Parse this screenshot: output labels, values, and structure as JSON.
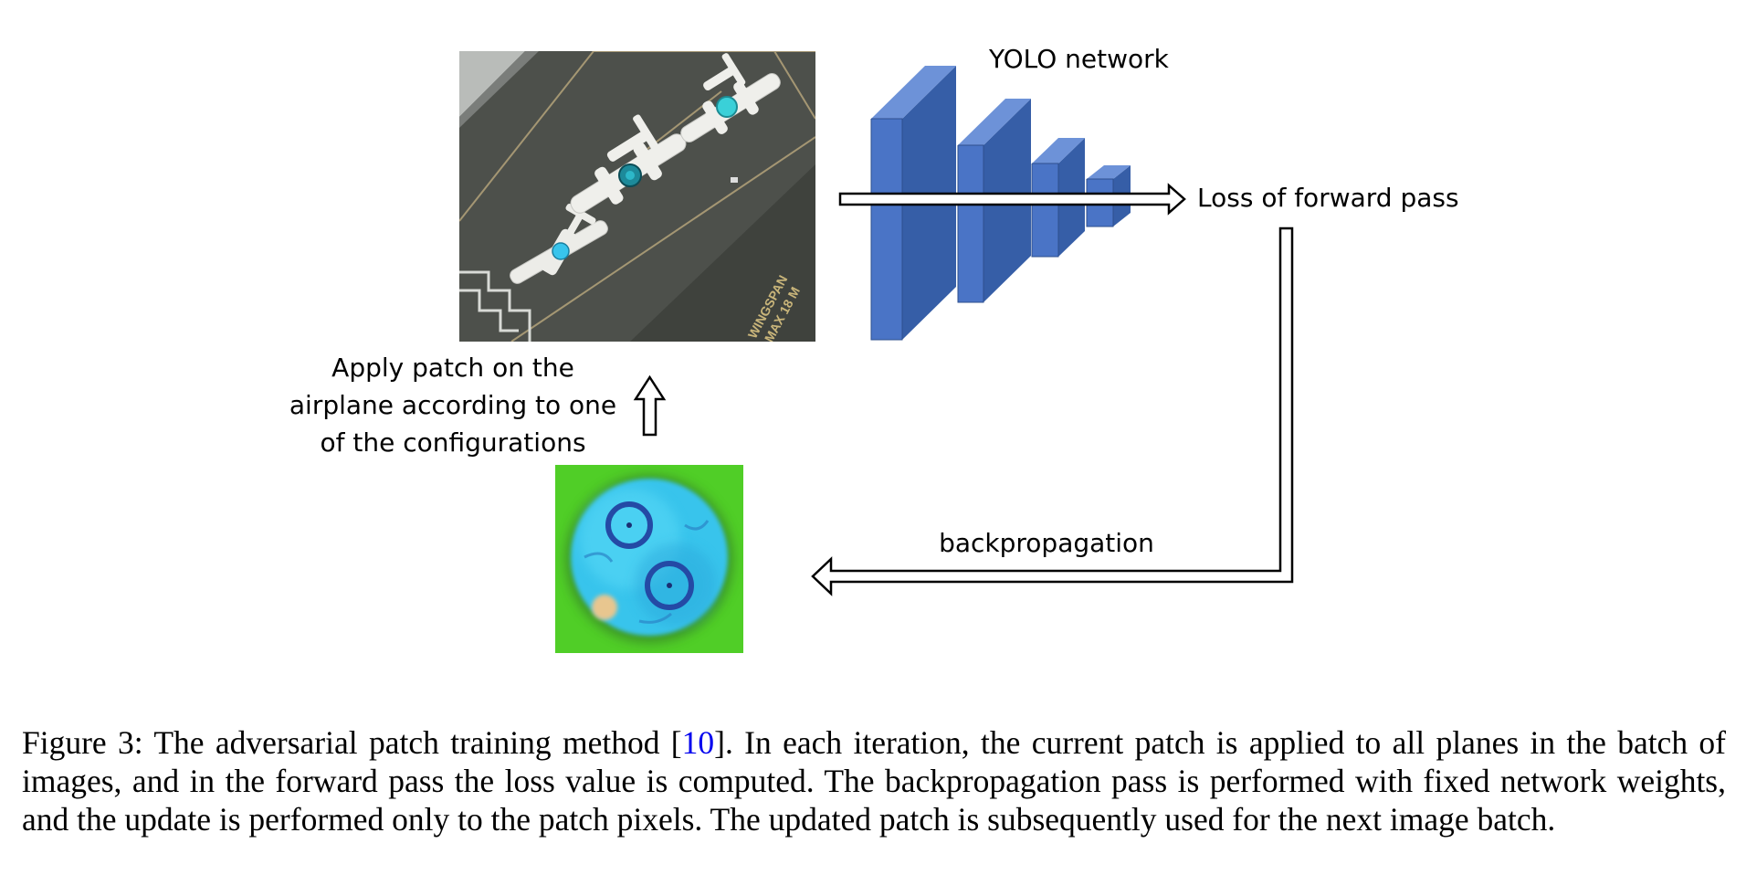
{
  "diagram": {
    "network_label": "YOLO network",
    "loss_label": "Loss of forward pass",
    "apply_label_lines": [
      "Apply patch on the",
      "airplane according to one",
      "of the configurations"
    ],
    "backprop_label": "backpropagation",
    "runway_marking_lines": [
      "WINGSPAN",
      "MAX 18 M"
    ]
  },
  "caption": {
    "prefix": "Figure 3: The adversarial patch training method [",
    "ref": "10",
    "suffix": "]. In each iteration, the current patch is applied to all planes in the batch of images, and in the forward pass the loss value is computed. The backpropagation pass is performed with fixed network weights, and the update is performed only to the patch pixels. The updated patch is subsequently used for the next image batch."
  },
  "colors": {
    "network_front": "#4a74c6",
    "network_side": "#365ea7",
    "network_top": "#6d92d8",
    "patch_green": "#3ec51a",
    "patch_blue": "#38c4ec",
    "ring_blue": "#244aa5",
    "tarmac": "#4d504b",
    "reference_link": "#0000ee"
  }
}
